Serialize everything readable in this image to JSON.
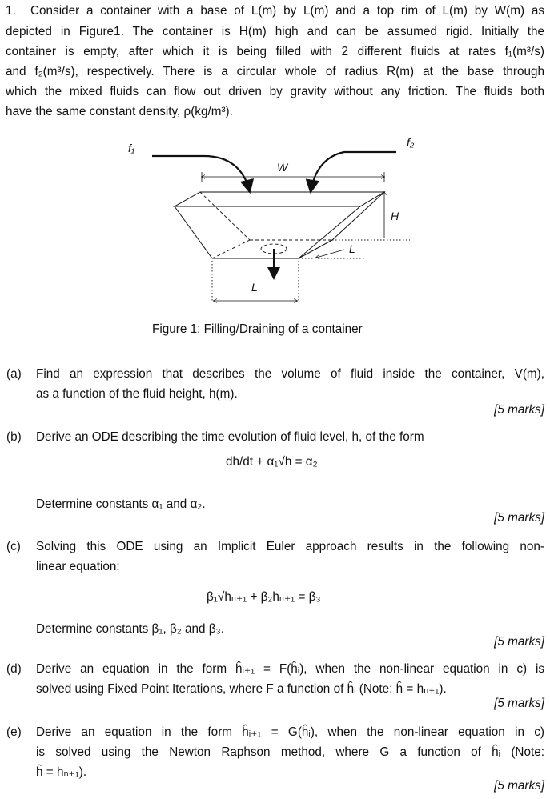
{
  "problem": {
    "number": "1.",
    "intro_lines": [
      "Consider a container with a base of L(m) by L(m) and a top rim of L(m) by W(m) as",
      "depicted in Figure1. The container is H(m) high and can be assumed rigid. Initially the",
      "container is empty, after which it is being filled with 2 different fluids at rates f₁(m³/s)",
      "and f₂(m³/s), respectively. There is a circular whole of radius R(m) at the base through",
      "which the mixed fluids can flow out driven by gravity without any friction. The fluids both",
      "have the same constant density, ρ(kg/m³)."
    ]
  },
  "figure": {
    "labels": {
      "f1": "f₁",
      "f2": "f₂",
      "W": "W",
      "H": "H",
      "L_right": "L",
      "L_bottom": "L"
    },
    "caption": "Figure 1: Filling/Draining of a container"
  },
  "parts": [
    {
      "label": "(a)",
      "lines": [
        "Find an expression that describes the volume of fluid inside the container, V(m),",
        "as a function of the fluid height, h(m)."
      ],
      "marks": "[5 marks]"
    },
    {
      "label": "(b)",
      "lines": [
        "Derive an ODE describing the time evolution of fluid level, h, of the form"
      ],
      "equation": "dh/dt + α₁√h = α₂",
      "after": "Determine constants α₁ and α₂.",
      "marks": "[5 marks]"
    },
    {
      "label": "(c)",
      "lines": [
        "Solving this ODE using an Implicit Euler approach results in the following non-",
        "linear equation:"
      ],
      "equation": "β₁√hₙ₊₁ + β₂hₙ₊₁ = β₃",
      "after": "Determine constants β₁, β₂ and β₃.",
      "marks": "[5 marks]"
    },
    {
      "label": "(d)",
      "lines": [
        "Derive an equation in the form ĥᵢ₊₁ = F(ĥᵢ), when the non-linear equation in c) is",
        "solved using Fixed Point Iterations, where F a function of ĥᵢ (Note: ĥ = hₙ₊₁)."
      ],
      "marks": "[5 marks]"
    },
    {
      "label": "(e)",
      "lines": [
        "Derive an equation in the form ĥᵢ₊₁ = G(ĥᵢ), when the non-linear equation in c)",
        "is solved using the Newton Raphson method, where G a function of ĥᵢ (Note:",
        "ĥ = hₙ₊₁)."
      ],
      "marks": "[5 marks]"
    }
  ]
}
